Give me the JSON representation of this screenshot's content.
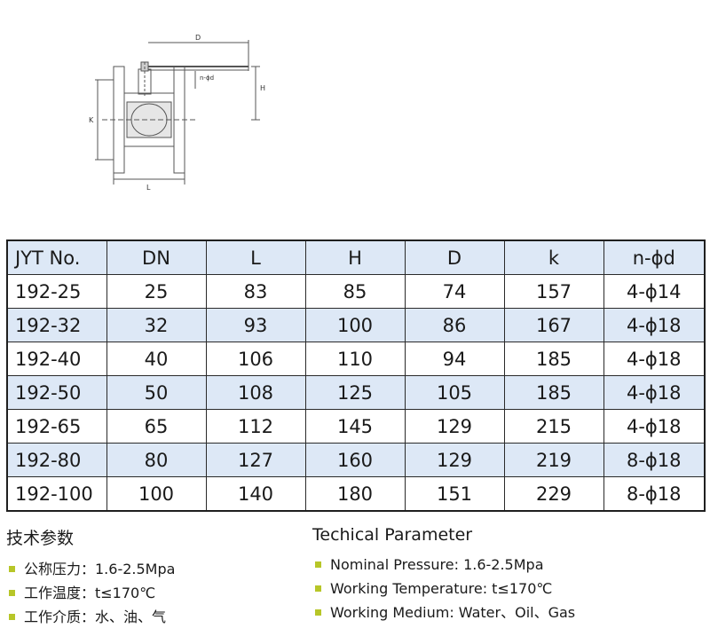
{
  "drawing": {
    "labels": {
      "d": "D",
      "h": "H",
      "k": "K",
      "l": "L",
      "nd": "n-ϕd"
    }
  },
  "table": {
    "headers": [
      "JYT No.",
      "DN",
      "L",
      "H",
      "D",
      "k",
      "n-ϕd"
    ],
    "rows": [
      [
        "192-25",
        "25",
        "83",
        "85",
        "74",
        "157",
        "4-ϕ14"
      ],
      [
        "192-32",
        "32",
        "93",
        "100",
        "86",
        "167",
        "4-ϕ18"
      ],
      [
        "192-40",
        "40",
        "106",
        "110",
        "94",
        "185",
        "4-ϕ18"
      ],
      [
        "192-50",
        "50",
        "108",
        "125",
        "105",
        "185",
        "4-ϕ18"
      ],
      [
        "192-65",
        "65",
        "112",
        "145",
        "129",
        "215",
        "4-ϕ18"
      ],
      [
        "192-80",
        "80",
        "127",
        "160",
        "129",
        "219",
        "8-ϕ18"
      ],
      [
        "192-100",
        "100",
        "140",
        "180",
        "151",
        "229",
        "8-ϕ18"
      ]
    ],
    "header_color": "#dde8f6",
    "stripe_color": "#dde8f6"
  },
  "params_cn": {
    "title": "技术参数",
    "items": [
      "公称压力：1.6-2.5Mpa",
      "工作温度：t≤170℃",
      "工作介质：水、油、气"
    ]
  },
  "params_en": {
    "title": "Techical Parameter",
    "items": [
      "Nominal Pressure: 1.6-2.5Mpa",
      "Working Temperature:  t≤170℃",
      "Working Medium: Water、Oil、Gas"
    ]
  },
  "bullet_color": "#b7c628"
}
